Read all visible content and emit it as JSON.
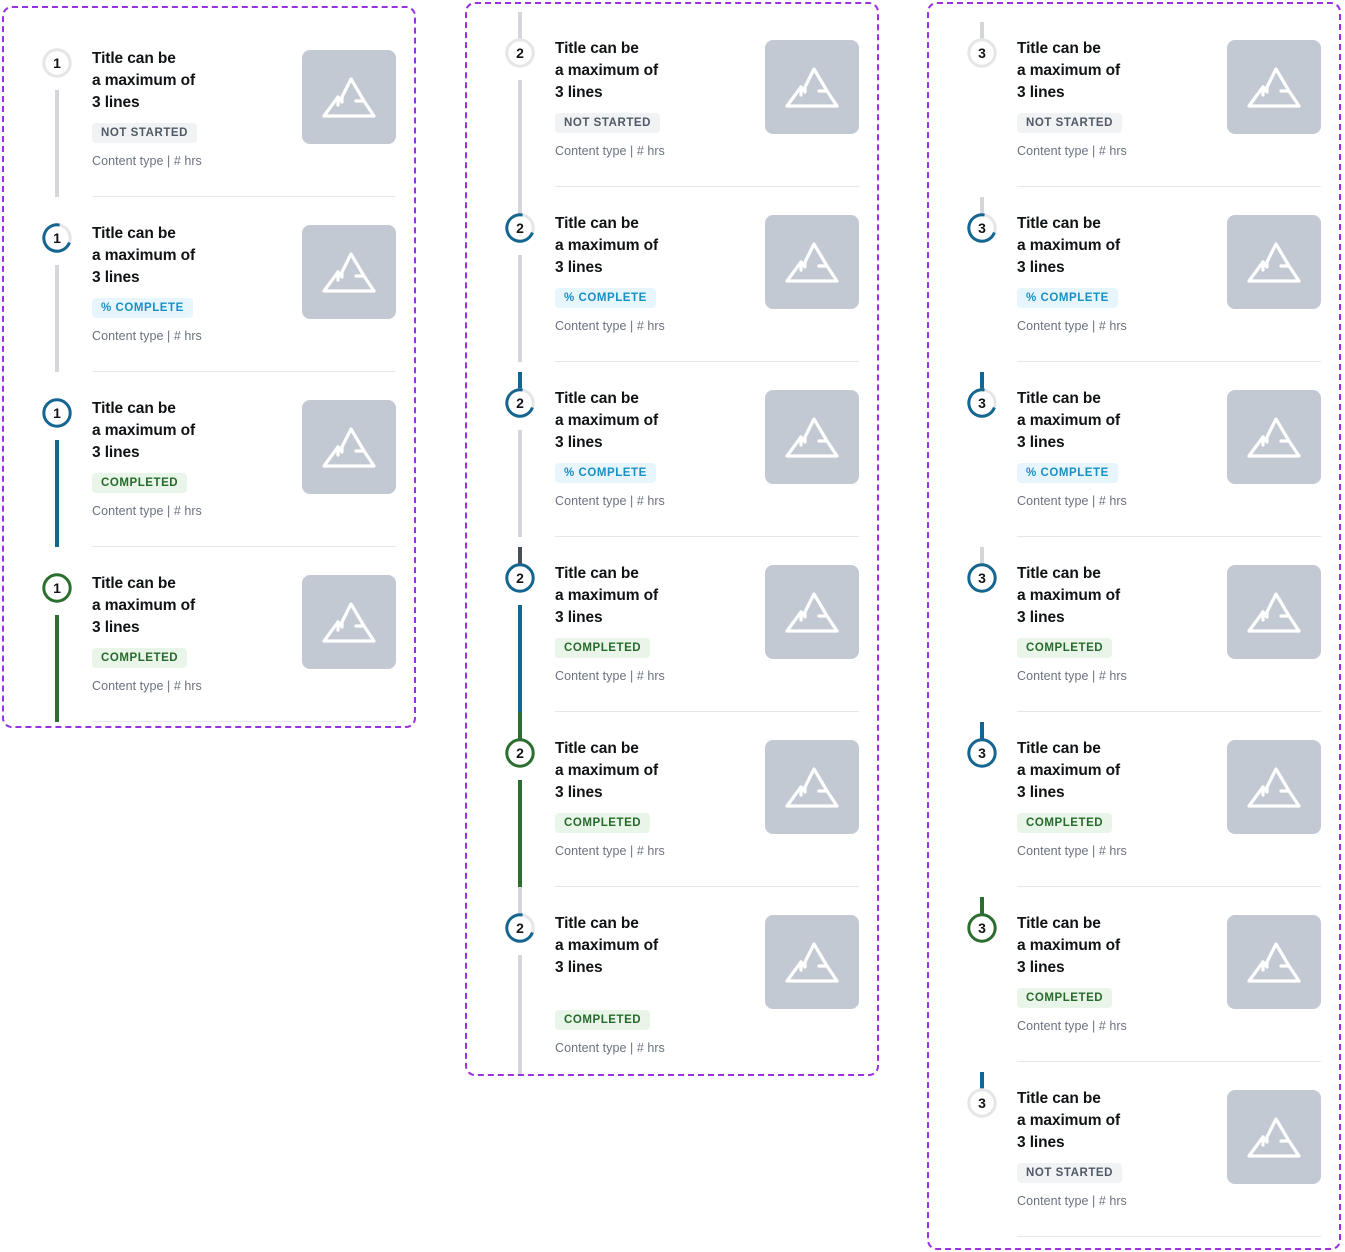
{
  "meta": {
    "annotation_border_color": "#9b30e0",
    "colors": {
      "gray_rail": "#d4d6d9",
      "blue_rail": "#14658f",
      "green_rail": "#2c6e2f",
      "dark_rail": "#4a4f55",
      "badge_not_started_bg": "#f1f2f4",
      "badge_not_started_fg": "#505a66",
      "badge_percent_bg": "#e7f6fd",
      "badge_percent_fg": "#1a8fc4",
      "badge_completed_bg": "#eaf5ea",
      "badge_completed_fg": "#266b2b",
      "thumbnail_bg": "#c3c9d2",
      "title_fg": "#101316",
      "meta_fg": "#6b7280"
    },
    "icon_names": [
      "image-placeholder-icon",
      "mountain-icon"
    ]
  },
  "labels": {
    "title": "Title can be\na maximum of\n3 lines",
    "meta": "Content type | # hrs",
    "status_not_started": "NOT STARTED",
    "status_percent_complete": "% COMPLETE",
    "status_completed": "COMPLETED"
  },
  "columns": [
    {
      "id": "column-1",
      "rows": [
        {
          "number": "1",
          "title": "Title can be\na maximum of\n3 lines",
          "status": "NOT STARTED",
          "status_kind": "notstarted",
          "meta": "Content type | # hrs",
          "ring": "empty",
          "ring_color": "#e4e6e8",
          "ring_progress": 0,
          "seg_top": "none",
          "seg_bottom": "gray",
          "separator": true
        },
        {
          "number": "1",
          "title": "Title can be\na maximum of\n3 lines",
          "status": "% COMPLETE",
          "status_kind": "percent",
          "meta": "Content type | # hrs",
          "ring": "partial",
          "ring_color": "#14658f",
          "ring_progress": 72,
          "seg_top": "none",
          "seg_bottom": "gray",
          "separator": true
        },
        {
          "number": "1",
          "title": "Title can be\na maximum of\n3 lines",
          "status": "COMPLETED",
          "status_kind": "completed",
          "meta": "Content type | # hrs",
          "ring": "full",
          "ring_color": "#14658f",
          "ring_progress": 100,
          "seg_top": "none",
          "seg_bottom": "blue",
          "separator": true
        },
        {
          "number": "1",
          "title": "Title can be\na maximum of\n3 lines",
          "status": "COMPLETED",
          "status_kind": "completed",
          "meta": "Content type | # hrs",
          "ring": "full",
          "ring_color": "#2c6e2f",
          "ring_progress": 100,
          "seg_top": "none",
          "seg_bottom": "green",
          "separator": true
        }
      ]
    },
    {
      "id": "column-2",
      "rows": [
        {
          "number": "2",
          "title": "Title can be\na maximum of\n3 lines",
          "status": "NOT STARTED",
          "status_kind": "notstarted",
          "meta": "Content type | # hrs",
          "ring": "empty",
          "ring_color": "#e4e6e8",
          "ring_progress": 0,
          "seg_top": "gray",
          "seg_bottom": "gray",
          "separator": true
        },
        {
          "number": "2",
          "title": "Title can be\na maximum of\n3 lines",
          "status": "% COMPLETE",
          "status_kind": "percent",
          "meta": "Content type | # hrs",
          "ring": "partial",
          "ring_color": "#14658f",
          "ring_progress": 72,
          "seg_top": "gray",
          "seg_bottom": "gray",
          "separator": true
        },
        {
          "number": "2",
          "title": "Title can be\na maximum of\n3 lines",
          "status": "% COMPLETE",
          "status_kind": "percent",
          "meta": "Content type | # hrs",
          "ring": "partial",
          "ring_color": "#14658f",
          "ring_progress": 72,
          "seg_top": "blue-short",
          "seg_bottom": "gray",
          "separator": true
        },
        {
          "number": "2",
          "title": "Title can be\na maximum of\n3 lines",
          "status": "COMPLETED",
          "status_kind": "completed",
          "meta": "Content type | # hrs",
          "ring": "full",
          "ring_color": "#14658f",
          "ring_progress": 100,
          "seg_top": "dark-short",
          "seg_bottom": "blue",
          "separator": true
        },
        {
          "number": "2",
          "title": "Title can be\na maximum of\n3 lines",
          "status": "COMPLETED",
          "status_kind": "completed",
          "meta": "Content type | # hrs",
          "ring": "full",
          "ring_color": "#2c6e2f",
          "ring_progress": 100,
          "seg_top": "green",
          "seg_bottom": "green",
          "separator": true
        },
        {
          "number": "2",
          "title": "Title can be\na maximum of\n3 lines",
          "status": "COMPLETED",
          "status_kind": "completed",
          "meta": "Content type | # hrs",
          "ring": "partial",
          "ring_color": "#14658f",
          "ring_progress": 72,
          "seg_top": "gray",
          "seg_bottom": "gray",
          "separator": false,
          "tall": true
        }
      ]
    },
    {
      "id": "column-3",
      "rows": [
        {
          "number": "3",
          "title": "Title can be\na maximum of\n3 lines",
          "status": "NOT STARTED",
          "status_kind": "notstarted",
          "meta": "Content type | # hrs",
          "ring": "empty",
          "ring_color": "#e4e6e8",
          "ring_progress": 0,
          "seg_top": "gray-short",
          "seg_bottom": "none",
          "separator": true
        },
        {
          "number": "3",
          "title": "Title can be\na maximum of\n3 lines",
          "status": "% COMPLETE",
          "status_kind": "percent",
          "meta": "Content type | # hrs",
          "ring": "partial",
          "ring_color": "#14658f",
          "ring_progress": 72,
          "seg_top": "gray-short",
          "seg_bottom": "none",
          "separator": true
        },
        {
          "number": "3",
          "title": "Title can be\na maximum of\n3 lines",
          "status": "% COMPLETE",
          "status_kind": "percent",
          "meta": "Content type | # hrs",
          "ring": "partial",
          "ring_color": "#14658f",
          "ring_progress": 72,
          "seg_top": "blue-short",
          "seg_bottom": "none",
          "separator": true
        },
        {
          "number": "3",
          "title": "Title can be\na maximum of\n3 lines",
          "status": "COMPLETED",
          "status_kind": "completed",
          "meta": "Content type | # hrs",
          "ring": "full",
          "ring_color": "#14658f",
          "ring_progress": 100,
          "seg_top": "gray-short",
          "seg_bottom": "none",
          "separator": true
        },
        {
          "number": "3",
          "title": "Title can be\na maximum of\n3 lines",
          "status": "COMPLETED",
          "status_kind": "completed",
          "meta": "Content type | # hrs",
          "ring": "full",
          "ring_color": "#14658f",
          "ring_progress": 100,
          "seg_top": "blue-short",
          "seg_bottom": "none",
          "separator": true
        },
        {
          "number": "3",
          "title": "Title can be\na maximum of\n3 lines",
          "status": "COMPLETED",
          "status_kind": "completed",
          "meta": "Content type | # hrs",
          "ring": "full",
          "ring_color": "#2c6e2f",
          "ring_progress": 100,
          "seg_top": "green-short",
          "seg_bottom": "none",
          "separator": true
        },
        {
          "number": "3",
          "title": "Title can be\na maximum of\n3 lines",
          "status": "NOT STARTED",
          "status_kind": "notstarted",
          "meta": "Content type | # hrs",
          "ring": "empty",
          "ring_color": "#e4e6e8",
          "ring_progress": 0,
          "seg_top": "blue-short",
          "seg_bottom": "none",
          "separator": true
        }
      ]
    }
  ]
}
